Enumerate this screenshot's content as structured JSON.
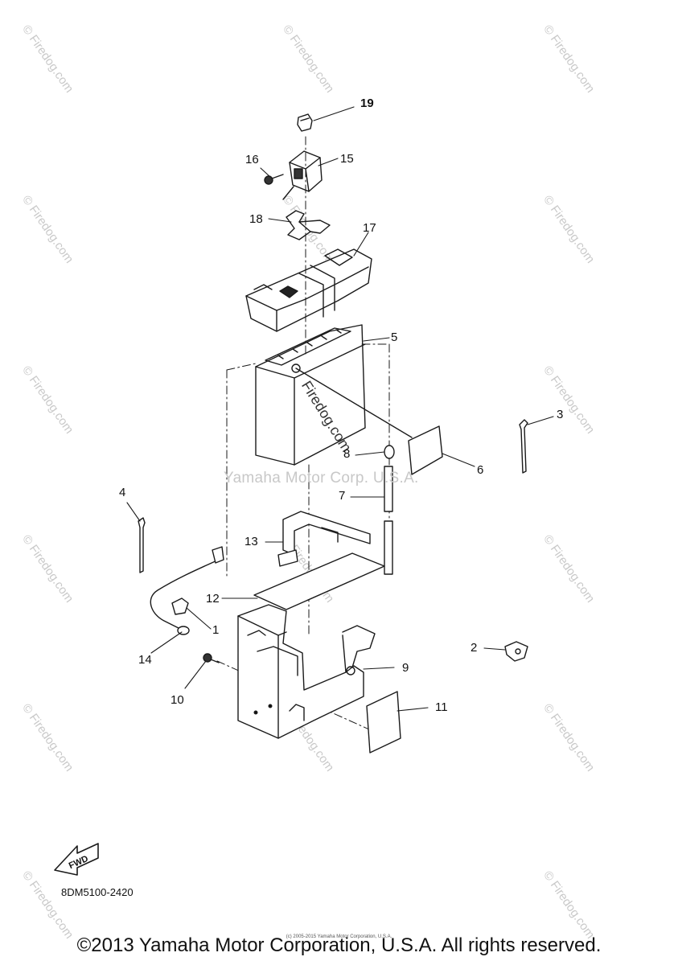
{
  "watermarks": {
    "site_text": "© Firedog.com",
    "center_text": "Yamaha Motor Corp. U.S.A.",
    "diagonal_text": "Firedog.com"
  },
  "callouts": [
    {
      "id": "1",
      "text": "1"
    },
    {
      "id": "2",
      "text": "2"
    },
    {
      "id": "3",
      "text": "3"
    },
    {
      "id": "4",
      "text": "4"
    },
    {
      "id": "5",
      "text": "5"
    },
    {
      "id": "6",
      "text": "6"
    },
    {
      "id": "7",
      "text": "7"
    },
    {
      "id": "8",
      "text": "8"
    },
    {
      "id": "9",
      "text": "9"
    },
    {
      "id": "10",
      "text": "10"
    },
    {
      "id": "11",
      "text": "11"
    },
    {
      "id": "12",
      "text": "12"
    },
    {
      "id": "13",
      "text": "13"
    },
    {
      "id": "14",
      "text": "14"
    },
    {
      "id": "15",
      "text": "15"
    },
    {
      "id": "16",
      "text": "16"
    },
    {
      "id": "17",
      "text": "17"
    },
    {
      "id": "18",
      "text": "18"
    },
    {
      "id": "19",
      "text": "19"
    }
  ],
  "fwd_label": "FWD",
  "part_code": "8DM5100-2420",
  "fine_print": "(c) 2005-2015 Yamaha Motor Corporation, U.S.A.",
  "copyright": "©2013 Yamaha Motor Corporation, U.S.A. All rights reserved."
}
